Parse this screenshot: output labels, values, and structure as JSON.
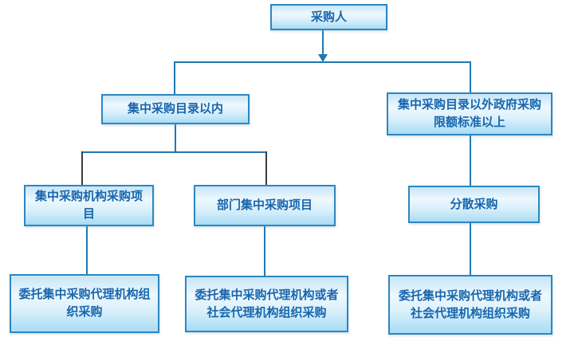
{
  "diagram": {
    "type": "flowchart",
    "background": "#ffffff",
    "colors": {
      "box_border": "#2e86c1",
      "box_gradient_top": "#c6e5f7",
      "box_gradient_mid": "#eef8fe",
      "box_gradient_bottom": "#a9dcf4",
      "box_text": "#1766ae",
      "connector": "#1f78b4",
      "connector_dark": "#3c3c3c",
      "arrowhead": "#1f78b4"
    },
    "nodes": [
      {
        "id": "purchaser",
        "label": "采购人"
      },
      {
        "id": "within-centralized-catalog",
        "label": "集中采购目录以内"
      },
      {
        "id": "outside-catalog-above-threshold",
        "label": "集中采购目录以外政府采购限额标准以上"
      },
      {
        "id": "centralized-agency-procurement-projects",
        "label": "集中采购机构采购项目"
      },
      {
        "id": "departmental-centralized-projects",
        "label": "部门集中采购项目"
      },
      {
        "id": "decentralized-procurement",
        "label": "分散采购"
      },
      {
        "id": "entrust-centralized-agency",
        "label": "委托集中采购代理机构组织采购"
      },
      {
        "id": "entrust-centralized-or-social-agency-mid",
        "label": "委托集中采购代理机构或者社会代理机构组织采购"
      },
      {
        "id": "entrust-centralized-or-social-agency-right",
        "label": "委托集中采购代理机构或者社会代理机构组织采购"
      }
    ],
    "edges": [
      {
        "from": "purchaser",
        "to": "within-centralized-catalog",
        "arrowhead": true
      },
      {
        "from": "purchaser",
        "to": "outside-catalog-above-threshold",
        "arrowhead": true
      },
      {
        "from": "within-centralized-catalog",
        "to": "centralized-agency-procurement-projects",
        "arrowhead": false
      },
      {
        "from": "within-centralized-catalog",
        "to": "departmental-centralized-projects",
        "arrowhead": false
      },
      {
        "from": "outside-catalog-above-threshold",
        "to": "decentralized-procurement",
        "arrowhead": false
      },
      {
        "from": "centralized-agency-procurement-projects",
        "to": "entrust-centralized-agency",
        "arrowhead": false
      },
      {
        "from": "departmental-centralized-projects",
        "to": "entrust-centralized-or-social-agency-mid",
        "arrowhead": false
      },
      {
        "from": "decentralized-procurement",
        "to": "entrust-centralized-or-social-agency-right",
        "arrowhead": false
      }
    ]
  }
}
